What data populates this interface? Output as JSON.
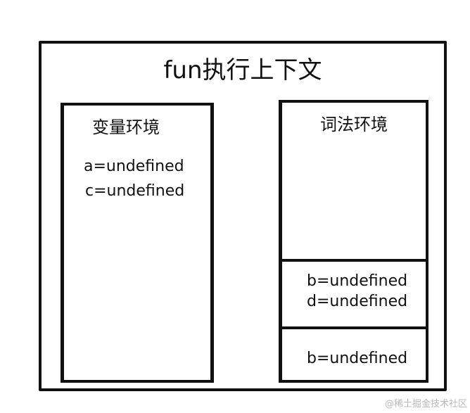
{
  "diagram": {
    "title": "fun执行上下文",
    "variable_environment": {
      "label": "变量环境",
      "entries": [
        "a=undefined",
        "c=undefined"
      ]
    },
    "lexical_environment": {
      "label": "词法环境",
      "blocks": [
        {
          "entries": [
            "b=undefined",
            "d=undefined"
          ]
        },
        {
          "entries": [
            "b=undefined"
          ]
        }
      ]
    }
  },
  "watermark": "@稀土掘金技术社区"
}
